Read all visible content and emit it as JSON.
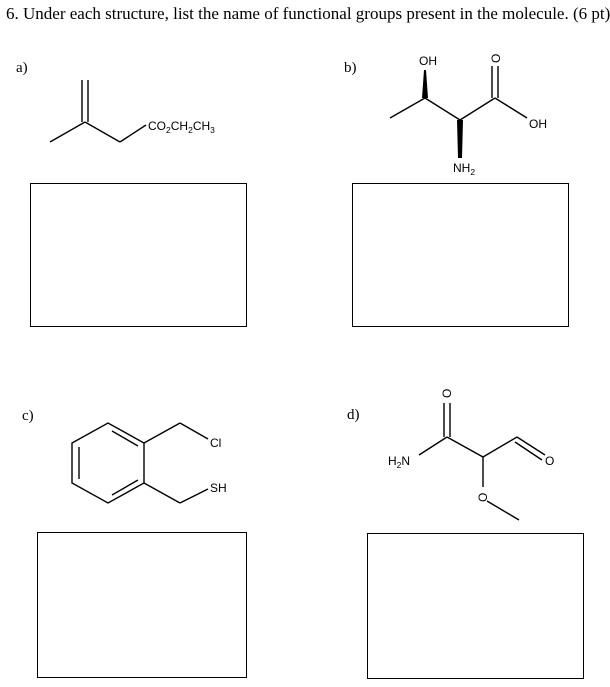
{
  "question": {
    "text": "6. Under each structure, list the name of functional groups present in the molecule. (6 pt)"
  },
  "parts": [
    {
      "label": "a)",
      "structure": {
        "substituent": "CO",
        "sub1": "2",
        "ch": "CH",
        "sub2": "2",
        "ch3": "CH",
        "sub3": "3"
      }
    },
    {
      "label": "b)",
      "structure": {
        "oh_top": "OH",
        "oh_acid": "OH",
        "carbonyl_o": "O",
        "nh": "NH",
        "nh_sub": "2"
      }
    },
    {
      "label": "c)",
      "structure": {
        "cl": "Cl",
        "sh": "SH"
      }
    },
    {
      "label": "d)",
      "structure": {
        "h": "H",
        "h_sub": "2",
        "n": "N",
        "amide_o": "O",
        "aldehyde_o": "O",
        "ether_o": "O"
      }
    }
  ]
}
